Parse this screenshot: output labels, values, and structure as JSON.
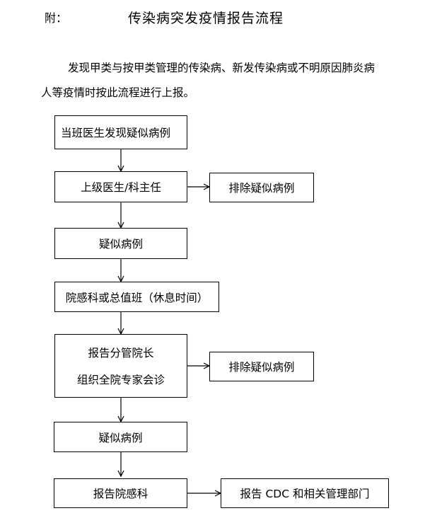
{
  "header": {
    "prefix": "附：",
    "title": "传染病突发疫情报告流程"
  },
  "intro": {
    "line1": "发现甲类与按甲类管理的传染病、新发传染病或不明原因肺炎病",
    "line2": "人等疫情时按此流程进行上报。"
  },
  "flow": {
    "step1": "当班医生发现疑似病例",
    "step2": "上级医生/科主任",
    "step2_side": "排除疑似病例",
    "step3": "疑似病例",
    "step4": "院感科或总值班（休息时间）",
    "step5_line1": "报告分管院长",
    "step5_line2": "组织全院专家会诊",
    "step5_side": "排除疑似病例",
    "step6": "疑似病例",
    "step7": "报告院感科",
    "step7_side": "报告 CDC 和相关管理部门"
  }
}
